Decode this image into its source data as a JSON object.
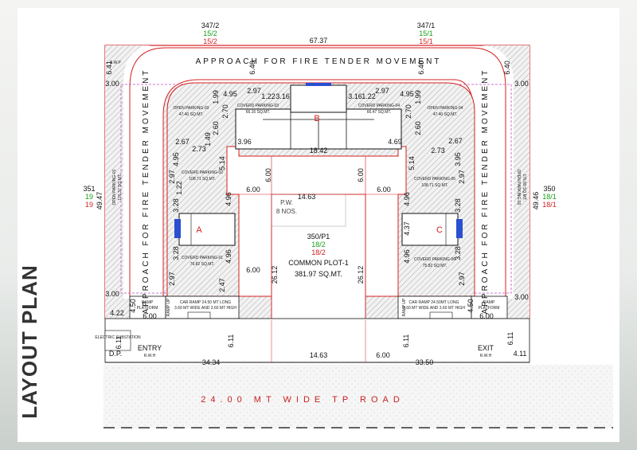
{
  "page_title": "LAYOUT PLAN",
  "boundary": {
    "top_left": {
      "number": "347/2",
      "green": "15/2",
      "red": "15/2"
    },
    "top_right": {
      "number": "347/1",
      "green": "15/1",
      "red": "15/1"
    },
    "left": {
      "number": "351",
      "green": "19",
      "red": "19"
    },
    "right": {
      "number": "350",
      "green": "18/1",
      "red": "18/1"
    }
  },
  "dimensions": {
    "top_overall": "67.37",
    "left_overall": "49.47",
    "right_overall": "49.46",
    "bottom_left": "34.34",
    "bottom_right": "33.50",
    "corner_tl_v": "6.41",
    "corner_tr_v": "6.40",
    "approach_top_l": "6.40",
    "approach_top_r": "6.40",
    "margin_left_top": "3.00",
    "margin_right_top": "3.00",
    "margin_left_bottom": "3.00",
    "margin_right_bottom": "3.00",
    "d_2_97_a": "2.97",
    "d_2_97_b": "2.97",
    "d_1_22_a": "1.22",
    "d_3_16_a": "3.16",
    "d_3_16_b": "3.16",
    "d_1_22_b": "1.22",
    "d_4_95_a": "4.95",
    "d_4_95_b": "4.95",
    "d_1_99_a": "1.99",
    "d_1_99_b": "1.99",
    "d_2_70_a": "2.70",
    "d_2_70_b": "2.70",
    "d_2_60_a": "2.60",
    "d_2_60_b": "2.60",
    "d_1_49": "1.49",
    "d_2_67_a": "2.67",
    "d_2_67_b": "2.67",
    "d_2_73_a": "2.73",
    "d_2_73_b": "2.73",
    "d_3_96": "3.96",
    "d_18_42": "18.42",
    "d_4_69": "4.69",
    "d_4_95_v": "4.95",
    "d_3_95_v": "3.95",
    "d_5_14_a": "5.14",
    "d_5_14_b": "5.14",
    "d_6_00_a": "6.00",
    "d_6_00_b": "6.00",
    "d_6_00_c": "6.00",
    "d_6_00_d": "6.00",
    "d_6_00_e": "6.00",
    "d_6_00_f": "6.00",
    "d_6_00_g": "6.00",
    "d_14_63_a": "14.63",
    "d_14_63_b": "14.63",
    "d_2_97_l": "2.97",
    "d_1_22_l": "1.22",
    "d_2_97_r": "2.97",
    "d_4_96_a": "4.96",
    "d_4_96_b": "4.96",
    "d_4_96_c": "4.96",
    "d_4_96_d": "4.96",
    "d_3_28_a": "3.28",
    "d_3_28_b": "3.28",
    "d_3_28_c": "3.28",
    "d_3_28_d": "3.28",
    "d_4_37": "4.37",
    "d_2_97_bl": "2.97",
    "d_2_97_br": "2.97",
    "d_2_47": "2.47",
    "d_26_12_a": "26.12",
    "d_26_12_b": "26.12",
    "d_4_22": "4.22",
    "d_4_50_a": "4.50",
    "d_4_50_b": "4.50",
    "d_6_00_low": "6.00",
    "d_6_11_a": "6.11",
    "d_6_11_b": "6.11",
    "d_6_11_c": "6.11",
    "d_6_11_d": "6.11",
    "d_4_11": "4.11"
  },
  "labels": {
    "approach_top": "APPROACH FOR FIRE TENDER MOVEMENT",
    "approach_left": "APPROACH FOR FIRE TENDER MOVEMENT",
    "approach_right": "APPROACH FOR FIRE TENDER MOVEMENT",
    "road": "24.00 MT WIDE TP ROAD",
    "swp": "S.W.P",
    "block_a": "A",
    "block_b": "B",
    "block_c": "C",
    "pw": "P.W.",
    "pw_nos": "8 NOS.",
    "plot_no": "350/P1",
    "plot_green": "18/2",
    "plot_red": "18/2",
    "common_plot": "COMMON PLOT-1",
    "common_area": "381.97 SQ.MT.",
    "entry": "ENTRY",
    "exit": "EXIT",
    "rwh_l": "R.W.H",
    "rwh_r": "R.W.H",
    "dp": "D.P.",
    "electric": "ELECTRIC SUBSTATION",
    "ramp_l": "RAMP",
    "ramp_l2": "PLATFORM",
    "ramp_r": "RAMP",
    "ramp_r2": "PLATFORM",
    "car_ramp_l1": "CAR RAMP 24.50 MT LONG",
    "car_ramp_l2": "3.60 MT WIDE AND 3.60 MT HIGH",
    "car_ramp_r1": "CAR RAMP 24.50MT LONG",
    "car_ramp_r2": "3.60 MT WIDE AND 3.60 MT HIGH",
    "ramp_up_l": "RAMP UP",
    "ramp_up_r": "RAMP UP",
    "op_01": "OPEN PARKING-01",
    "op_01_area": "176.37 SQ.MT.",
    "op_02": "OPEN PARKING-02",
    "op_02_area": "176.80 SQ.MT.",
    "op_03": "OPEN PARKING-03",
    "op_03_area": "47.40 SQ.MT.",
    "op_04": "OPEN PARKING-04",
    "op_04_area": "47.40 SQ.MT.",
    "cp_03": "COVERD PARKING-03",
    "cp_03_area": "66.16 SQ.MT.",
    "cp_04": "COVERD PARKING-04",
    "cp_04_area": "66.47 SQ.MT.",
    "cp_02": "COVERD PARKING-02",
    "cp_02_area": "108.71 SQ.MT.",
    "cp_05": "COVERD PARKING-05",
    "cp_05_area": "108.71 SQ.MT.",
    "cp_01": "COVERD PARKING-01",
    "cp_01_area": "76.82 SQ.MT.",
    "cp_06": "COVERD PARKING-06",
    "cp_06_area": "75.82 SQ.MT."
  },
  "colors": {
    "boundary_red": "#d42020",
    "green_text": "#19a019",
    "hatch": "#9a9a9a",
    "block_blue": "#2a4fd0",
    "magenta_line": "#c04fc0"
  }
}
